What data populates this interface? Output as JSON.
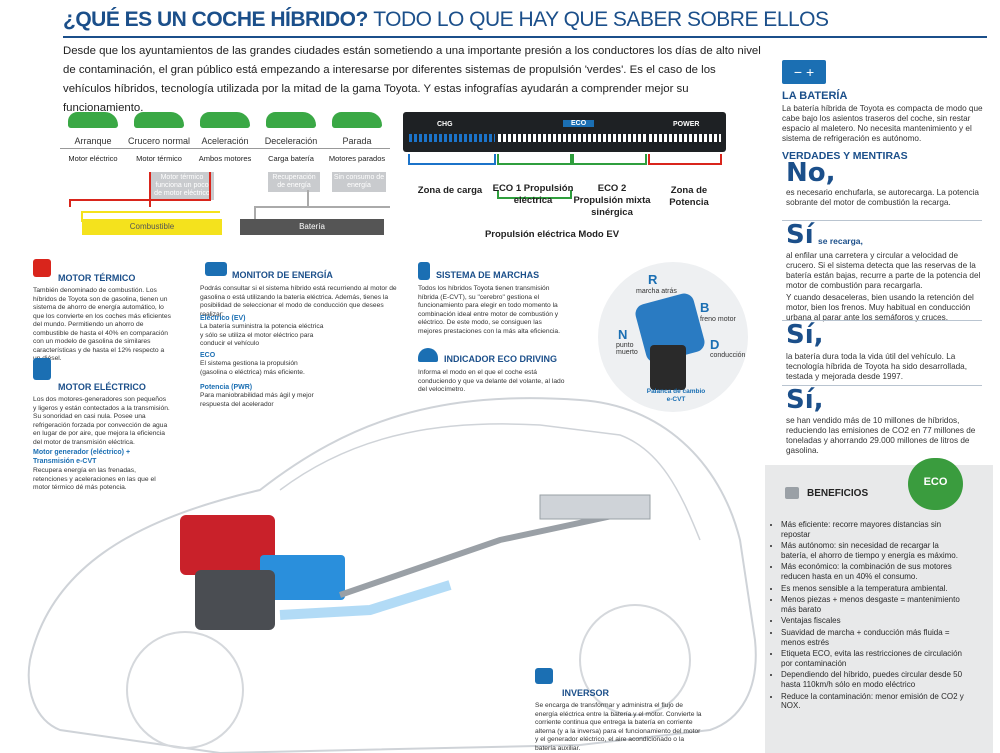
{
  "header": {
    "title": "¿QUÉ ES UN COCHE HÍBRIDO?",
    "subtitle": "TODO LO QUE HAY QUE SABER SOBRE ELLOS"
  },
  "intro": "Desde que los ayuntamientos de las grandes ciudades están sometiendo a una importante presión a los conductores los días de alto nivel de contaminación, el gran público está empezando a interesarse por diferentes sistemas de propulsión 'verdes'. Es el caso de los vehículos híbridos, tecnología utilizada por la mitad de la gama Toyota. Y estas infografías ayudarán a comprender mejor su funcionamiento.",
  "modes": [
    {
      "label": "Arranque",
      "value": "Motor eléctrico"
    },
    {
      "label": "Crucero normal",
      "value": "Motor térmico"
    },
    {
      "label": "Aceleración",
      "value": "Ambos motores"
    },
    {
      "label": "Deceleración",
      "value": "Carga batería"
    },
    {
      "label": "Parada",
      "value": "Motores parados"
    }
  ],
  "mode_grey": [
    "Motor térmico funciona un poco de motor eléctrico",
    "Recuperación de energía",
    "Sin consumo de energía"
  ],
  "fuel_label": "Combustible",
  "battery_label": "Batería",
  "gauge": {
    "chg": "CHG",
    "eco": "ECO",
    "power": "POWER",
    "zone_charge": "Zona de carga",
    "eco1": "ECO 1 Propulsión eléctrica",
    "eco2": "ECO 2 Propulsión mixta sinérgica",
    "zone_power": "Zona de Potencia",
    "ev": "Propulsión eléctrica Modo EV"
  },
  "right": {
    "battery_title": "LA BATERÍA",
    "battery_text": "La batería híbrida de Toyota es compacta de modo que cabe bajo los asientos traseros del coche, sin restar espacio al maletero. No necesita mantenimiento y el sistema de refrigeración es autónomo.",
    "vm_title": "VERDADES Y MENTIRAS",
    "no": "No,",
    "no_text": "es necesario enchufarla, se autorecarga. La potencia sobrante del motor de combustión la recarga.",
    "si1": "Sí",
    "si1_tail": "se recarga,",
    "si1_text": "al enfilar una carretera y circular a velocidad de crucero. Si el sistema detecta que las reservas de la batería están bajas, recurre a parte de la potencia del motor de combustión para recargarla.",
    "si1_text2": "Y cuando desaceleras, bien usando la retención del motor, bien los frenos. Muy habitual en conducción urbana al parar ante los semáforos y cruces.",
    "si2": "Sí,",
    "si2_text": "la batería dura toda la vida útil del vehículo. La tecnología híbrida de Toyota ha sido desarrollada, testada y mejorada desde 1997.",
    "si3": "Sí,",
    "si3_text": "se han vendido más de 10 millones de híbridos, reduciendo las emisiones de CO2 en 77 millones de toneladas y ahorrando 29.000 millones de litros de gasolina."
  },
  "benefits": {
    "title": "BENEFICIOS",
    "badge": "ECO",
    "items": [
      "Más eficiente: recorre mayores distancias sin repostar",
      "Más autónomo: sin necesidad de recargar la batería, el ahorro de tiempo y energía es máximo.",
      "Más económico: la combinación de sus motores reducen hasta en un 40% el consumo.",
      "Es menos sensible a la temperatura ambiental.",
      "Menos piezas + menos desgaste = mantenimiento más barato",
      "Ventajas fiscales",
      "Suavidad de marcha + conducción más fluida = menos estrés",
      "Etiqueta ECO, evita las restricciones de circulación por contaminación",
      "Dependiendo del híbrido, puedes circular desde 50 hasta 110km/h sólo en modo eléctrico",
      "Reduce la contaminación: menor emisión de CO2 y NOX."
    ]
  },
  "motor_termico": {
    "title": "MOTOR TÉRMICO",
    "text": "También denominado de combustión. Los híbridos de Toyota son de gasolina, tienen un sistema de ahorro de energía automático, lo que los convierte en los coches más eficientes del mundo. Permitiendo un ahorro de combustible de hasta el 40% en comparación con un modelo de gasolina de similares características y de hasta el 12% respecto a un diésel."
  },
  "motor_electrico": {
    "title": "MOTOR ELÉCTRICO",
    "text": "Los dos motores-generadores son pequeños y ligeros y están contectados a la transmisión. Su sonoridad en casi nula. Posee una refrigeración forzada por convección de agua en lugar de por aire, que mejora la eficiencia del motor de transmisión eléctrica.",
    "sub": "Motor generador (eléctrico) + Transmisión e-CVT",
    "sub_text": "Recupera energía en las frenadas, retenciones y aceleraciones en las que el motor térmico dé más potencia."
  },
  "monitor": {
    "title": "MONITOR DE ENERGÍA",
    "text": "Podrás consultar si el sistema híbrido está recurriendo al motor de gasolina o está utilizando la batería eléctrica. Además, tienes la posibilidad de seleccionar el modo de conducción que desees realizar:",
    "ev_h": "Eléctrico (EV)",
    "ev_t": "La batería suministra la potencia eléctrica y sólo se utiliza el motor eléctrico para conducir el vehículo",
    "eco_h": "ECO",
    "eco_t": "El sistema gestiona la propulsión (gasolina o eléctrica) más eficiente.",
    "pwr_h": "Potencia (PWR)",
    "pwr_t": "Para maniobrabilidad más ágil y mejor respuesta del acelerador"
  },
  "marchas": {
    "title": "SISTEMA DE MARCHAS",
    "text": "Todos los híbridos Toyota tienen transmisión híbrida (E-CVT), su \"cerebro\" gestiona el funcionamiento para elegir en todo momento la combinación ideal entre motor de combustión y eléctrico. De este modo, se consiguen las mejores prestaciones con la más alta eficiencia."
  },
  "eco_driving": {
    "title": "INDICADOR ECO DRIVING",
    "text": "Informa el modo en el que el coche está conduciendo y que va delante del volante, al lado del velocímetro."
  },
  "shifter": {
    "r": "R",
    "r_t": "marcha atrás",
    "n": "N",
    "n_t": "punto muerto",
    "b": "B",
    "b_t": "freno motor",
    "d": "D",
    "d_t": "conducción",
    "cap": "Palanca de cambio e-CVT"
  },
  "inversor": {
    "title": "INVERSOR",
    "text": "Se encarga de transformar y administra el flujo de energía eléctrica entre la batería y el motor. Convierte la corriente continua que entrega la batería en corriente alterna (y a la inversa) para el funcionamiento del motor y el generador eléctrico, el aire acondicionado o la batería auxiliar."
  }
}
